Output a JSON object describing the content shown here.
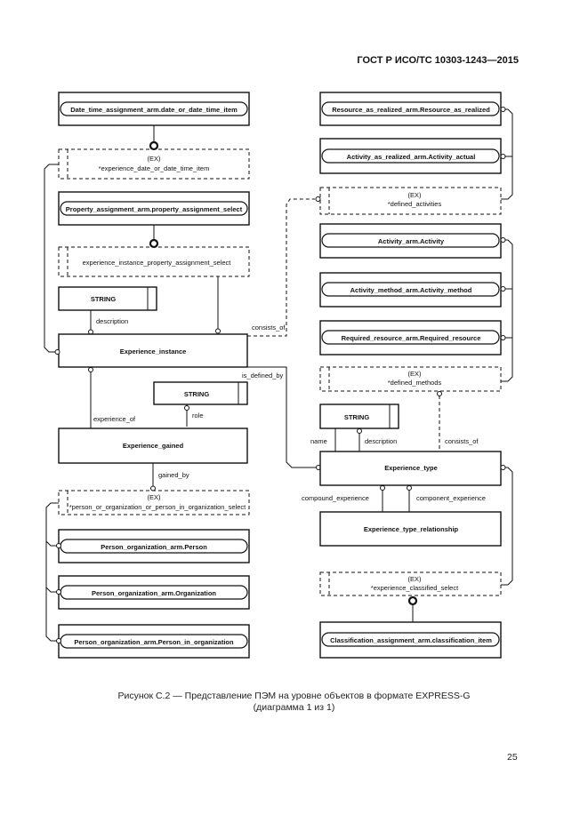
{
  "header": {
    "title": "ГОСТ Р ИСО/ТС 10303-1243—2015"
  },
  "caption": {
    "line1": "Рисунок С.2 — Представление ПЭМ на уровне объектов в формате EXPRESS-G",
    "line2": "(диаграмма 1 из 1)"
  },
  "page_number": "25",
  "diagram": {
    "entities": {
      "experience_instance": "Experience_instance",
      "experience_gained": "Experience_gained",
      "experience_type": "Experience_type",
      "experience_type_relationship": "Experience_type_relationship"
    },
    "types": {
      "string1": "STRING",
      "string2": "STRING",
      "string3": "STRING"
    },
    "references": {
      "date_time": "Date_time_assignment_arm.date_or_date_time_item",
      "property": "Property_assignment_arm.property_assignment_select",
      "person": "Person_organization_arm.Person",
      "organization": "Person_organization_arm.Organization",
      "person_in_org": "Person_organization_arm.Person_in_organization",
      "resource": "Resource_as_realized_arm.Resource_as_realized",
      "activity_actual": "Activity_as_realized_arm.Activity_actual",
      "activity": "Activity_arm.Activity",
      "activity_method": "Activity_method_arm.Activity_method",
      "required_resource": "Required_resource_arm.Required_resource",
      "classification": "Classification_assignment_arm.classification_item"
    },
    "selects": {
      "date_select_tag": "(EX)",
      "date_select": "*experience_date_or_date_time_item",
      "property_select": "experience_instance_property_assignment_select",
      "person_select_tag": "(EX)",
      "person_select": "*person_or_organization_or_person_in_organization_select",
      "activities_tag": "(EX)",
      "activities": "*defined_activities",
      "methods_tag": "(EX)",
      "methods": "*defined_methods",
      "classified_tag": "(EX)",
      "classified": "*experience_classified_select"
    },
    "attributes": {
      "description1": "description",
      "consists_of1": "consists_of",
      "is_defined_by": "is_defined_by",
      "role": "role",
      "experience_of": "experience_of",
      "gained_by": "gained_by",
      "name": "name",
      "description2": "description",
      "consists_of2": "consists_of",
      "compound_experience": "compound_experience",
      "component_experience": "component_experience"
    }
  }
}
